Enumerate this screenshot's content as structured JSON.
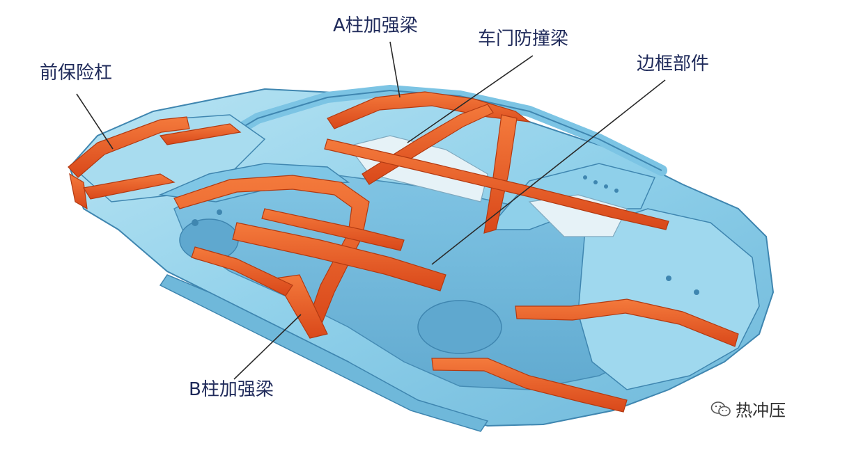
{
  "labels": {
    "front_bumper": "前保险杠",
    "a_pillar": "A柱加强梁",
    "door_beam": "车门防撞梁",
    "frame_parts": "边框部件",
    "b_pillar": "B柱加强梁"
  },
  "watermark": {
    "text": "热冲压"
  },
  "colors": {
    "body_blue": "#8fd0ea",
    "body_blue_dark": "#5aa9cf",
    "body_edge": "#3f86b0",
    "hot_stamped_orange": "#ec5a24",
    "label_text": "#1f2a5a",
    "leader_line": "#2a2a2a"
  }
}
